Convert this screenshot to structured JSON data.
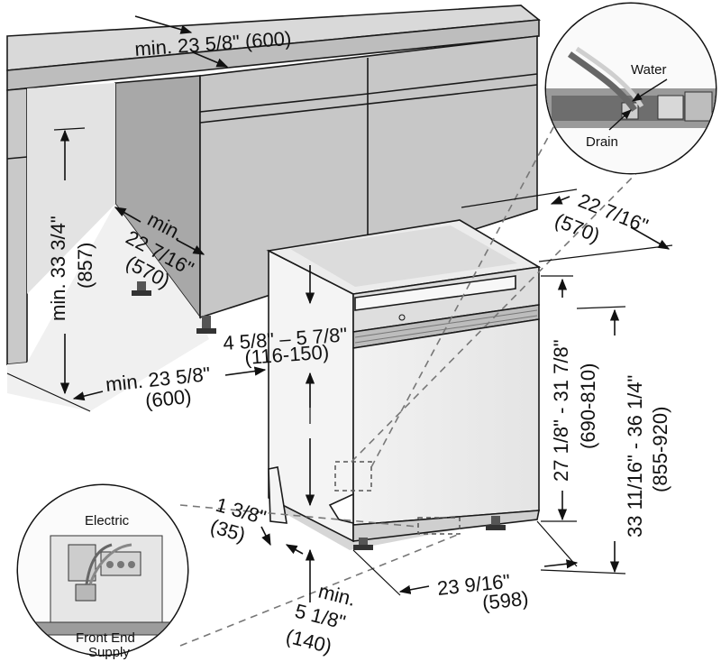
{
  "labels": {
    "counter_width_top": "min. 23 5/8\" (600)",
    "opening_height_in": "min. 33 3/4\"",
    "opening_height_mm": "(857)",
    "opening_depth_min": "min.",
    "opening_depth_in": "22 7/16\"",
    "opening_depth_mm": "(570)",
    "unit_depth_in": "22 7/16\"",
    "unit_depth_mm": "(570)",
    "panel_gap_in": "4 5/8\" – 5 7/8\"",
    "panel_gap_mm": "(116-150)",
    "niche_width_in": "min. 23 5/8\"",
    "niche_width_mm": "(600)",
    "panel_height_in": "27 1/8\" - 31 7/8\"",
    "panel_height_mm": "(690-810)",
    "total_height_in": "33 11/16\" - 36 1/4\"",
    "total_height_mm": "(855-920)",
    "plinth_in": "1 3/8\"",
    "plinth_mm": "(35)",
    "unit_width_in": "23 9/16\"",
    "unit_width_mm": "(598)",
    "recess_min": "min.",
    "recess_in": "5 1/8\"",
    "recess_mm": "(140)"
  },
  "inset_top": {
    "water": "Water",
    "drain": "Drain"
  },
  "inset_bottom": {
    "electric": "Electric",
    "supply_line1": "Front End",
    "supply_line2": "Supply"
  }
}
